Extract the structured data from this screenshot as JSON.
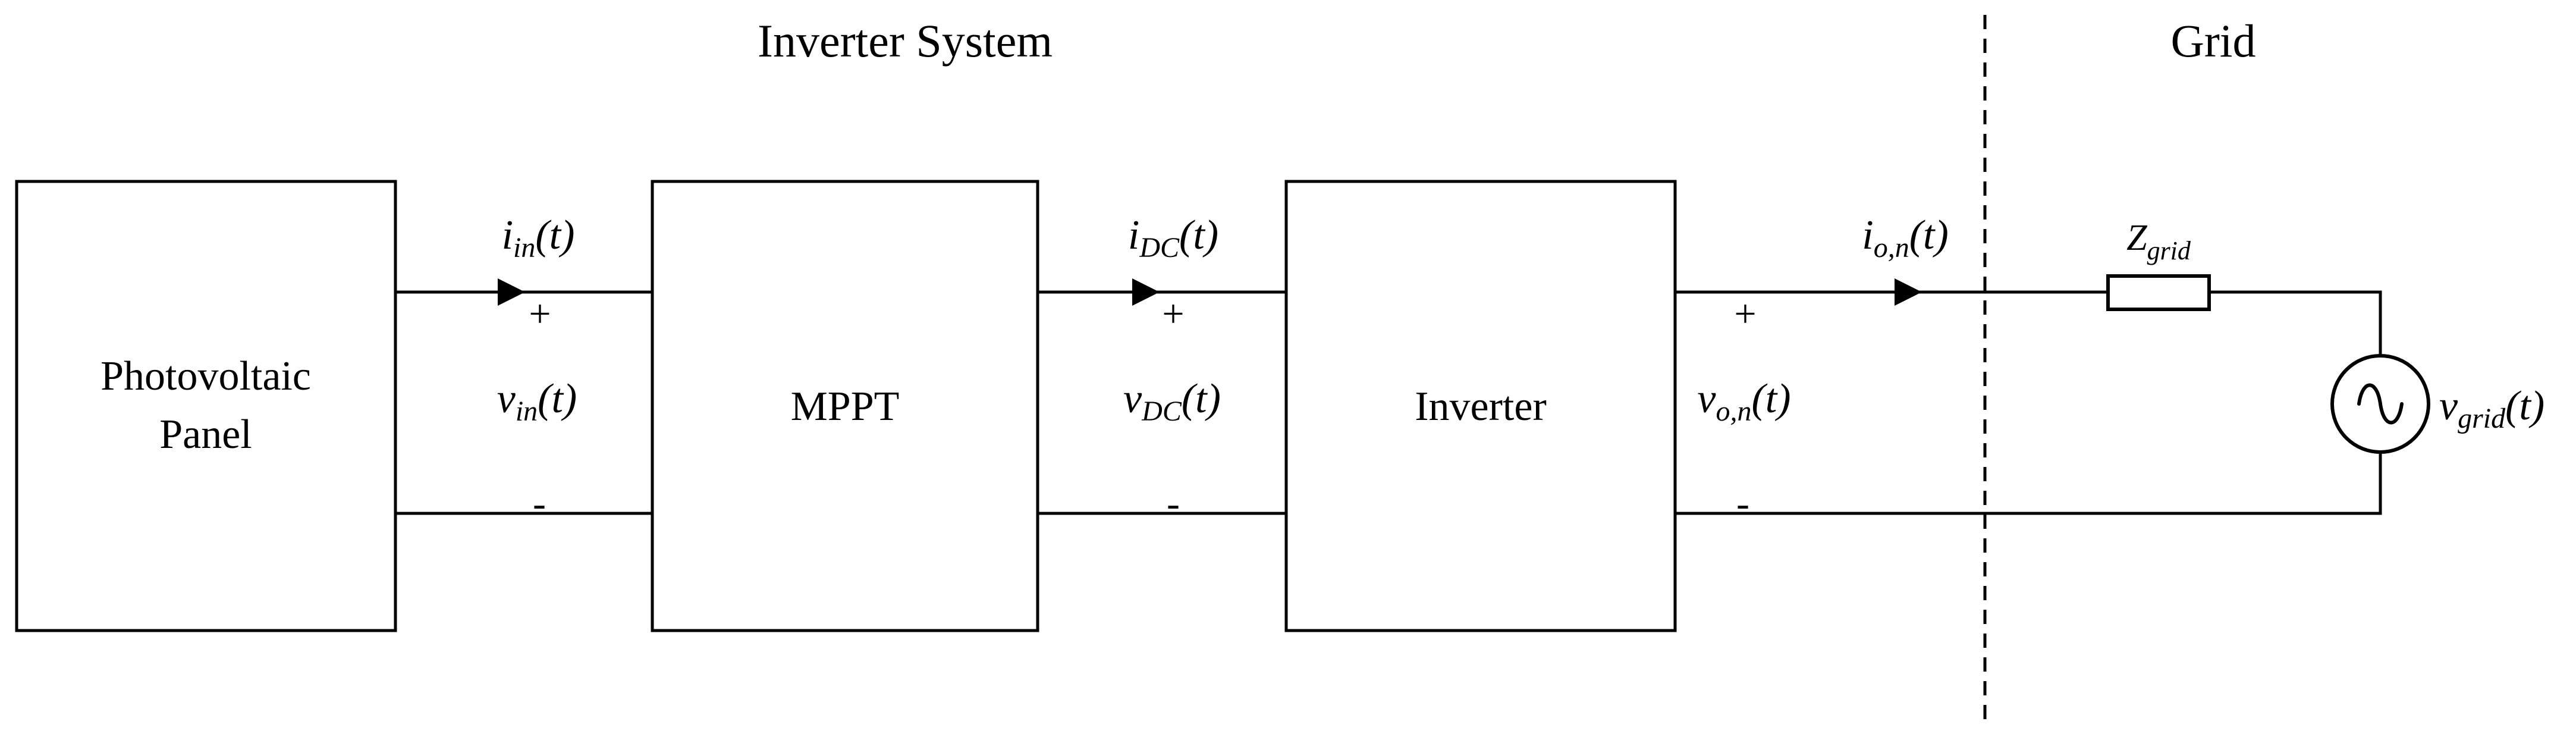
{
  "diagram": {
    "background_color": "#ffffff",
    "line_color": "#000000",
    "titles": {
      "inverter_system": "Inverter System",
      "grid": "Grid"
    },
    "blocks": {
      "pv": {
        "line1": "Photovoltaic",
        "line2": "Panel"
      },
      "mppt": {
        "label": "MPPT"
      },
      "inverter": {
        "label": "Inverter"
      }
    },
    "ports": {
      "in": {
        "current_main": "i",
        "current_sub": "in",
        "current_tail": "(t)",
        "plus": "+",
        "voltage_main": "v",
        "voltage_sub": "in",
        "voltage_tail": "(t)",
        "minus": "-"
      },
      "dc": {
        "current_main": "i",
        "current_sub": "DC",
        "current_tail": "(t)",
        "plus": "+",
        "voltage_main": "v",
        "voltage_sub": "DC",
        "voltage_tail": "(t)",
        "minus": "-"
      },
      "on": {
        "current_main": "i",
        "current_sub": "o,n",
        "current_tail": "(t)",
        "plus": "+",
        "voltage_main": "v",
        "voltage_sub": "o,n",
        "voltage_tail": "(t)",
        "minus": "-"
      }
    },
    "grid_section": {
      "impedance_main": "Z",
      "impedance_sub": "grid",
      "source_main": "v",
      "source_sub": "grid",
      "source_tail": "(t)"
    },
    "icons": {
      "current_arrow": "right-filled-arrow",
      "ac_source": "sine-wave-in-circle",
      "impedance": "rectangle-resistor",
      "boundary": "vertical-dashed-line"
    }
  }
}
